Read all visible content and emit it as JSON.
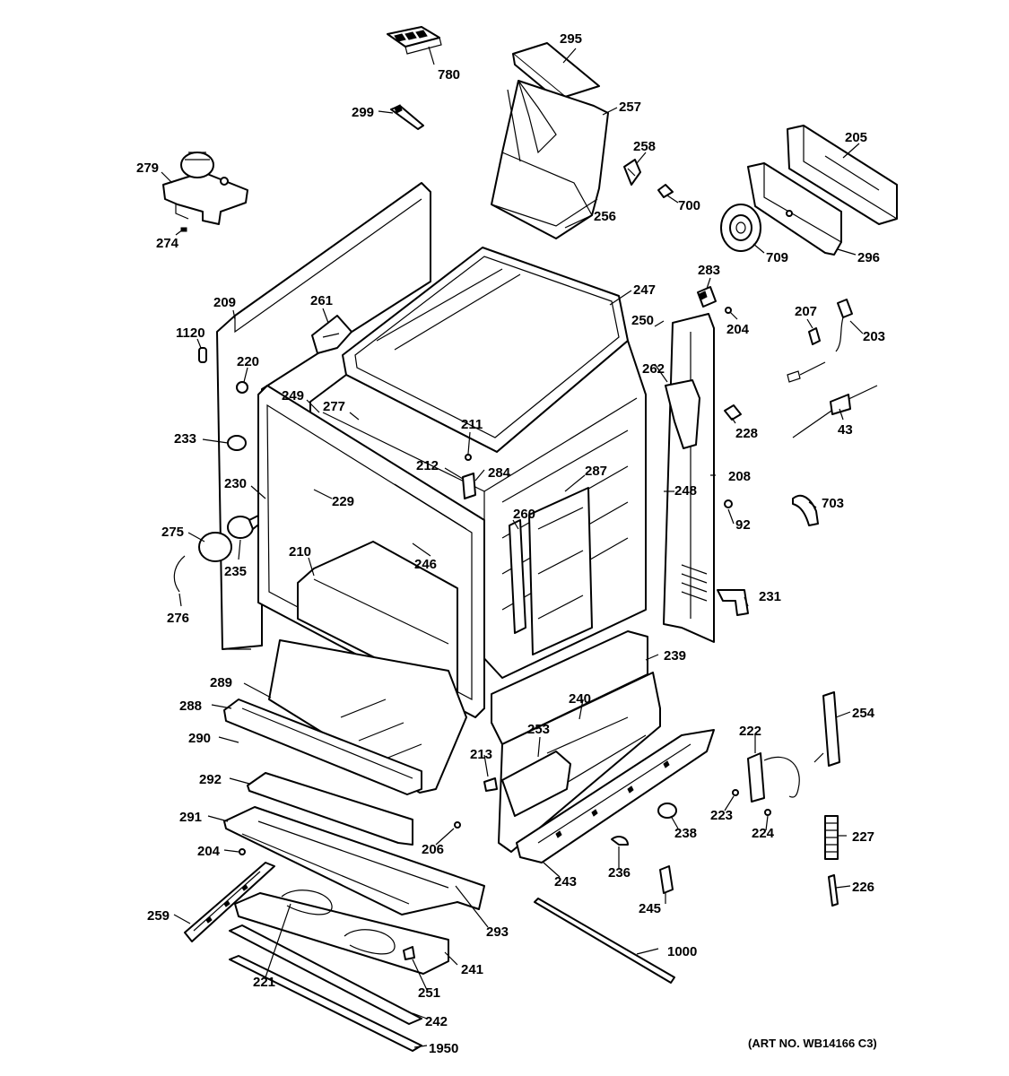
{
  "parts": [
    {
      "id": "p780",
      "label": "780"
    },
    {
      "id": "p295",
      "label": "295"
    },
    {
      "id": "p257",
      "label": "257"
    },
    {
      "id": "p299",
      "label": "299"
    },
    {
      "id": "p258",
      "label": "258"
    },
    {
      "id": "p205",
      "label": "205"
    },
    {
      "id": "p279",
      "label": "279"
    },
    {
      "id": "p700",
      "label": "700"
    },
    {
      "id": "p256",
      "label": "256"
    },
    {
      "id": "p274",
      "label": "274"
    },
    {
      "id": "p709",
      "label": "709"
    },
    {
      "id": "p296",
      "label": "296"
    },
    {
      "id": "p283",
      "label": "283"
    },
    {
      "id": "p247",
      "label": "247"
    },
    {
      "id": "p209",
      "label": "209"
    },
    {
      "id": "p261",
      "label": "261"
    },
    {
      "id": "p250",
      "label": "250"
    },
    {
      "id": "p207",
      "label": "207"
    },
    {
      "id": "p204a",
      "label": "204"
    },
    {
      "id": "p1120",
      "label": "1120"
    },
    {
      "id": "p203",
      "label": "203"
    },
    {
      "id": "p262",
      "label": "262"
    },
    {
      "id": "p220",
      "label": "220"
    },
    {
      "id": "p249",
      "label": "249"
    },
    {
      "id": "p277",
      "label": "277"
    },
    {
      "id": "p228",
      "label": "228"
    },
    {
      "id": "p43",
      "label": "43"
    },
    {
      "id": "p211",
      "label": "211"
    },
    {
      "id": "p233",
      "label": "233"
    },
    {
      "id": "p212",
      "label": "212"
    },
    {
      "id": "p284",
      "label": "284"
    },
    {
      "id": "p287",
      "label": "287"
    },
    {
      "id": "p208",
      "label": "208"
    },
    {
      "id": "p230",
      "label": "230"
    },
    {
      "id": "p229",
      "label": "229"
    },
    {
      "id": "p248",
      "label": "248"
    },
    {
      "id": "p703",
      "label": "703"
    },
    {
      "id": "p260",
      "label": "260"
    },
    {
      "id": "p92",
      "label": "92"
    },
    {
      "id": "p275",
      "label": "275"
    },
    {
      "id": "p210",
      "label": "210"
    },
    {
      "id": "p246",
      "label": "246"
    },
    {
      "id": "p235",
      "label": "235"
    },
    {
      "id": "p231",
      "label": "231"
    },
    {
      "id": "p276",
      "label": "276"
    },
    {
      "id": "p239",
      "label": "239"
    },
    {
      "id": "p289",
      "label": "289"
    },
    {
      "id": "p240",
      "label": "240"
    },
    {
      "id": "p288",
      "label": "288"
    },
    {
      "id": "p254",
      "label": "254"
    },
    {
      "id": "p253",
      "label": "253"
    },
    {
      "id": "p222",
      "label": "222"
    },
    {
      "id": "p290",
      "label": "290"
    },
    {
      "id": "p213",
      "label": "213"
    },
    {
      "id": "p292",
      "label": "292"
    },
    {
      "id": "p223",
      "label": "223"
    },
    {
      "id": "p291",
      "label": "291"
    },
    {
      "id": "p238",
      "label": "238"
    },
    {
      "id": "p224",
      "label": "224"
    },
    {
      "id": "p227",
      "label": "227"
    },
    {
      "id": "p206",
      "label": "206"
    },
    {
      "id": "p204b",
      "label": "204"
    },
    {
      "id": "p236",
      "label": "236"
    },
    {
      "id": "p243",
      "label": "243"
    },
    {
      "id": "p226",
      "label": "226"
    },
    {
      "id": "p259",
      "label": "259"
    },
    {
      "id": "p245",
      "label": "245"
    },
    {
      "id": "p293",
      "label": "293"
    },
    {
      "id": "p1000",
      "label": "1000"
    },
    {
      "id": "p241",
      "label": "241"
    },
    {
      "id": "p221",
      "label": "221"
    },
    {
      "id": "p251",
      "label": "251"
    },
    {
      "id": "p242",
      "label": "242"
    },
    {
      "id": "p1950",
      "label": "1950"
    }
  ],
  "art_number": "(ART NO. WB14166 C3)"
}
